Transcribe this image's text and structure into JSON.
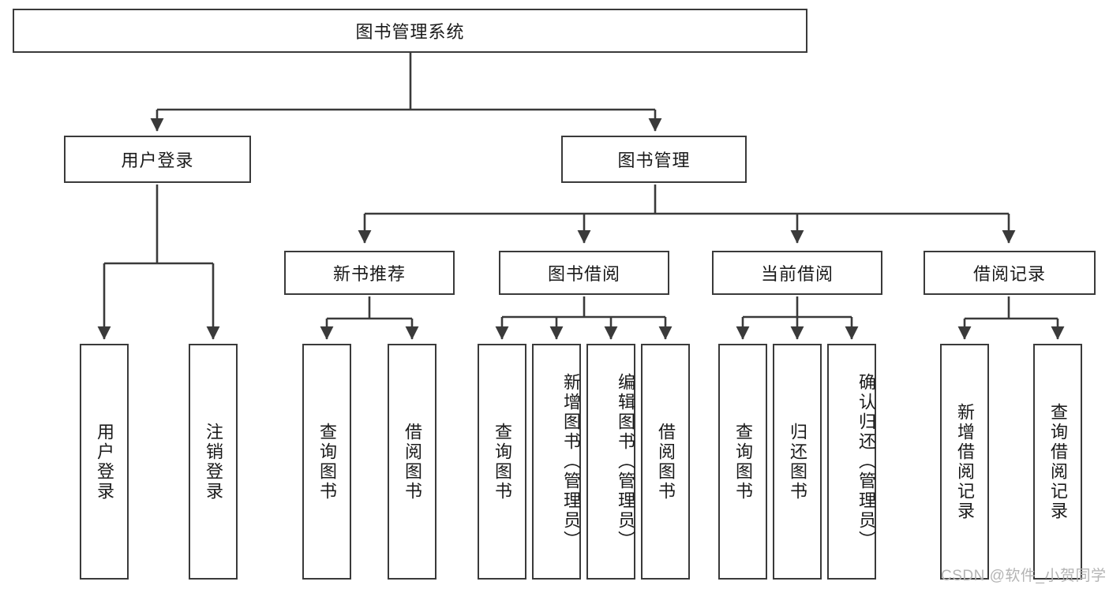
{
  "diagram": {
    "title_node": {
      "label": "图书管理系统"
    },
    "level2": [
      {
        "id": "user-login",
        "label": "用户登录"
      },
      {
        "id": "book-management",
        "label": "图书管理"
      }
    ],
    "level3": [
      {
        "id": "new-book-recommend",
        "label": "新书推荐"
      },
      {
        "id": "book-borrow",
        "label": "图书借阅"
      },
      {
        "id": "current-borrow",
        "label": "当前借阅"
      },
      {
        "id": "borrow-record",
        "label": "借阅记录"
      }
    ],
    "leaves": {
      "user_login": [
        {
          "id": "leaf-user-login",
          "label": "用户登录"
        },
        {
          "id": "leaf-logout-login",
          "label": "注销登录"
        }
      ],
      "new_book_recommend": [
        {
          "id": "leaf-query-book-1",
          "label": "查询图书"
        },
        {
          "id": "leaf-borrow-book-1",
          "label": "借阅图书"
        }
      ],
      "book_borrow": [
        {
          "id": "leaf-query-book-2",
          "label": "查询图书"
        },
        {
          "id": "leaf-add-book",
          "label": "新增图书（管理员）"
        },
        {
          "id": "leaf-edit-book",
          "label": "编辑图书（管理员）"
        },
        {
          "id": "leaf-borrow-book-2",
          "label": "借阅图书"
        }
      ],
      "current_borrow": [
        {
          "id": "leaf-query-book-3",
          "label": "查询图书"
        },
        {
          "id": "leaf-return-book",
          "label": "归还图书"
        },
        {
          "id": "leaf-confirm-return",
          "label": "确认归还（管理员）"
        }
      ],
      "borrow_record": [
        {
          "id": "leaf-add-borrow-record",
          "label": "新增借阅记录"
        },
        {
          "id": "leaf-query-borrow-record",
          "label": "查询借阅记录"
        }
      ]
    }
  },
  "watermark": {
    "text": "CSDN @软件_小贺同学"
  },
  "colors": {
    "stroke": "#3a3a3a",
    "fill": "#ffffff",
    "text": "#1a1a1a",
    "watermark": "#b4b4b4"
  }
}
